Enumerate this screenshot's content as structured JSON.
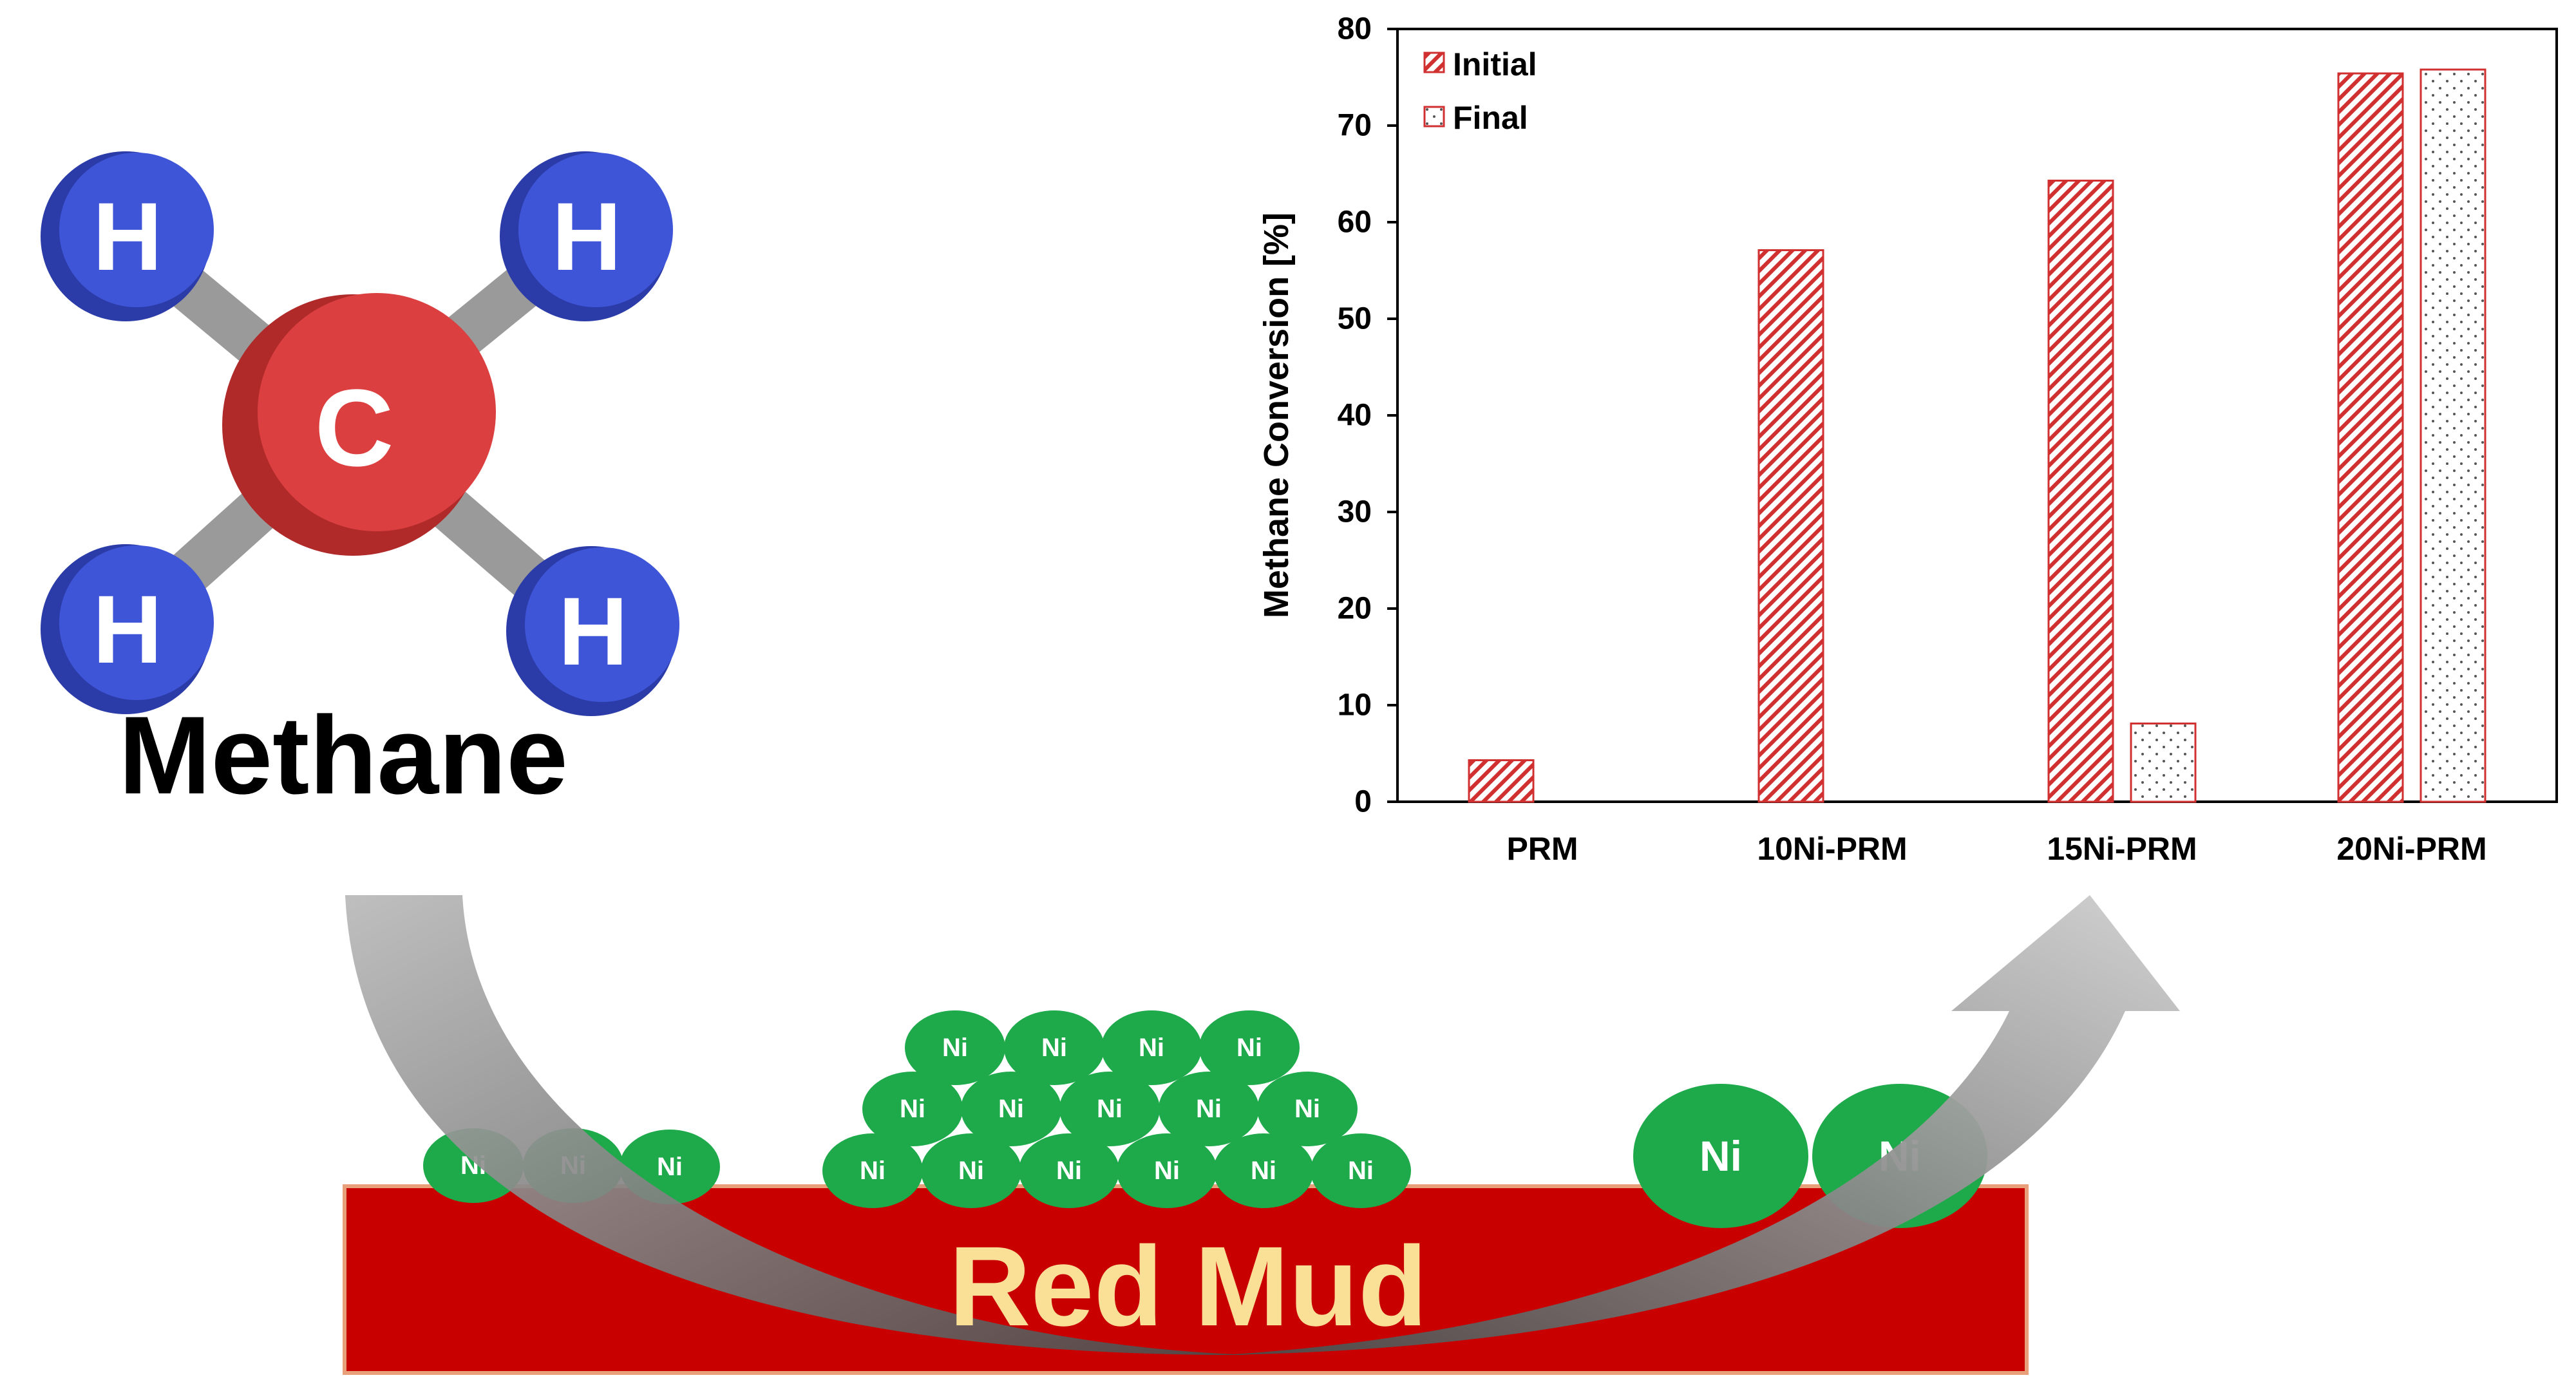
{
  "molecule": {
    "center_atom": "C",
    "outer_atoms": [
      "H",
      "H",
      "H",
      "H"
    ],
    "label": "Methane",
    "colors": {
      "carbon": "#dc3f3f",
      "carbon_shadow": "#b02a2a",
      "hydrogen": "#3f55d8",
      "hydrogen_shadow": "#2b3ca8",
      "bond": "#9a9a9a"
    }
  },
  "support": {
    "label": "Red Mud",
    "colors": {
      "fill": "#c80000",
      "border": "#e8a07a",
      "text": "#fadf96"
    }
  },
  "particles": {
    "label": "Ni",
    "color": "#1eaa4b"
  },
  "chart_data": {
    "type": "bar",
    "categories": [
      "PRM",
      "10Ni-PRM",
      "15Ni-PRM",
      "20Ni-PRM"
    ],
    "series": [
      {
        "name": "Initial",
        "values": [
          4.3,
          57.1,
          64.3,
          75.4
        ],
        "pattern": "diagonal-hatch",
        "color": "#d03030"
      },
      {
        "name": "Final",
        "values": [
          null,
          null,
          8.1,
          75.8
        ],
        "pattern": "dots",
        "color": "#d03030"
      }
    ],
    "xlabel": "",
    "ylabel": "Methane Conversion [%]",
    "ylim": [
      0,
      80
    ],
    "yticks": [
      0,
      10,
      20,
      30,
      40,
      50,
      60,
      70,
      80
    ],
    "grid": false,
    "legend": "top-left"
  }
}
